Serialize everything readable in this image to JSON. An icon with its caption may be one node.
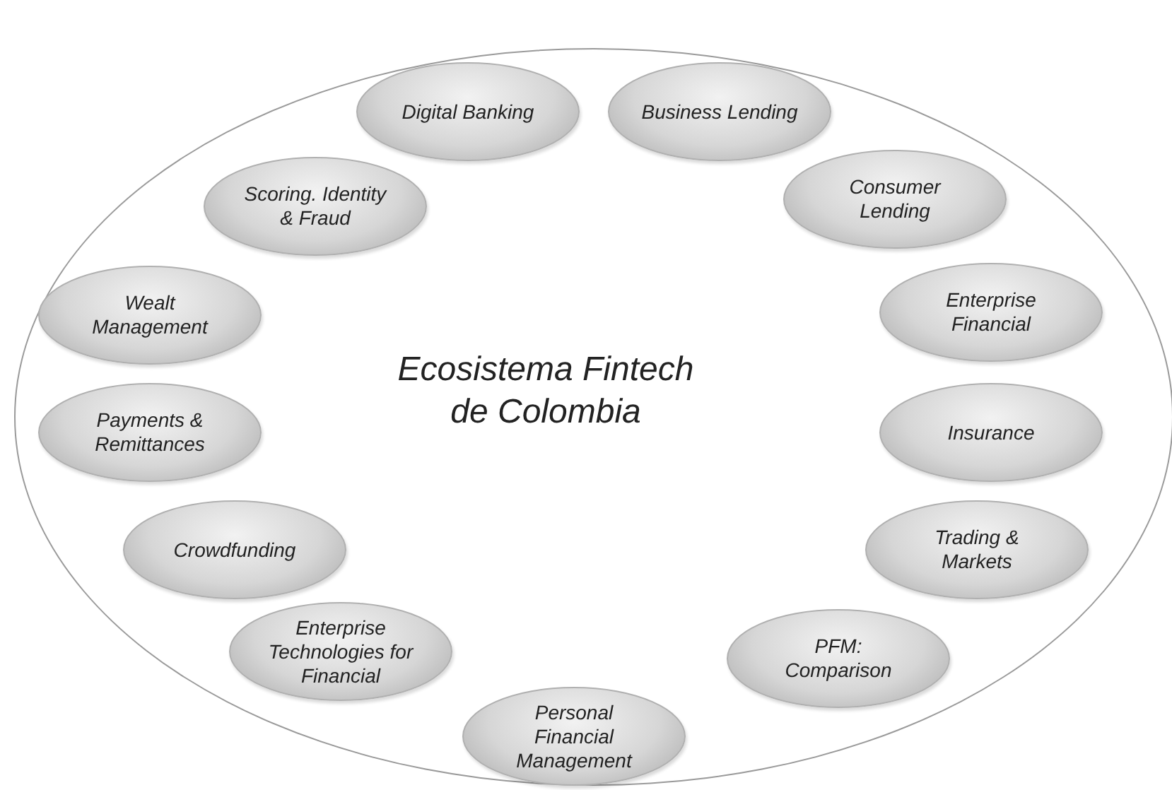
{
  "diagram": {
    "nodes": [
      {
        "text": [
          "Ecosistema Fintech de Colombia"
        ]
      },
      {
        "text": [
          "Digital Banking"
        ],
        "in": 0
      },
      {
        "text": [
          "Business Lending"
        ],
        "in": 0
      },
      {
        "text": [
          "Consumer Lending"
        ],
        "in": 0
      },
      {
        "text": [
          "Enterprise Financial"
        ],
        "in": 0
      },
      {
        "text": [
          "Insurance"
        ],
        "in": 0
      },
      {
        "text": [
          "Trading & Markets"
        ],
        "in": 0
      },
      {
        "text": [
          "PFM: Comparison"
        ],
        "in": 0
      },
      {
        "text": [
          "Personal Financial Management"
        ],
        "in": 0
      },
      {
        "text": [
          "Enterprise Technologies for Financial"
        ],
        "in": 0
      },
      {
        "text": [
          "Crowdfunding"
        ],
        "in": 0
      },
      {
        "text": [
          "Payments & Remittances"
        ],
        "in": 0
      },
      {
        "text": [
          "Wealt Management"
        ],
        "in": 0
      },
      {
        "text": [
          "Scoring. Identity & Fraud"
        ],
        "in": 0
      }
    ]
  }
}
